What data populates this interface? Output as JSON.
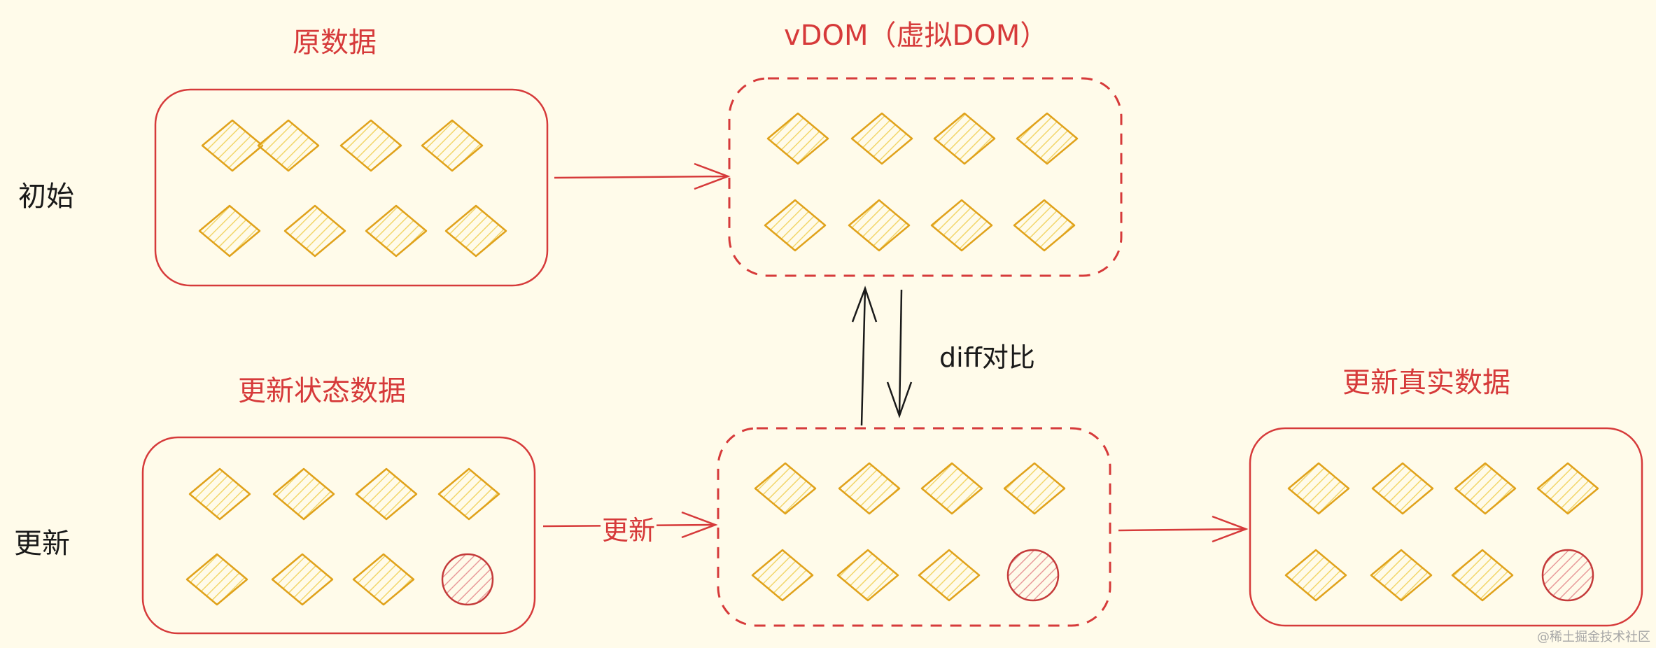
{
  "labels": {
    "source_data": "原数据",
    "vdom": "vDOM（虚拟DOM）",
    "row_initial": "初始",
    "row_update": "更新",
    "updated_state": "更新状态数据",
    "updated_real": "更新真实数据",
    "diff": "diff对比",
    "update_edge": "更新",
    "watermark": "@稀土掘金技术社区"
  },
  "colors": {
    "background": "#fffbea",
    "box_border": "#d63a3a",
    "diamond_stroke": "#e0a21b",
    "diamond_hatch": "#f2d66b",
    "circle_stroke": "#c43a3a",
    "circle_hatch": "#e89a9a",
    "arrow": "#d63a3a",
    "diff_arrow": "#1a1a1a",
    "title_text": "#d63a3a"
  },
  "boxes": [
    {
      "id": "source-data",
      "row": "initial",
      "style": "solid",
      "items": [
        "diamond",
        "diamond",
        "diamond",
        "diamond",
        "diamond",
        "diamond",
        "diamond",
        "diamond"
      ]
    },
    {
      "id": "vdom-initial",
      "row": "initial",
      "style": "dashed",
      "items": [
        "diamond",
        "diamond",
        "diamond",
        "diamond",
        "diamond",
        "diamond",
        "diamond",
        "diamond"
      ]
    },
    {
      "id": "updated-state",
      "row": "update",
      "style": "solid",
      "items": [
        "diamond",
        "diamond",
        "diamond",
        "diamond",
        "diamond",
        "diamond",
        "diamond",
        "circle"
      ]
    },
    {
      "id": "vdom-updated",
      "row": "update",
      "style": "dashed",
      "items": [
        "diamond",
        "diamond",
        "diamond",
        "diamond",
        "diamond",
        "diamond",
        "diamond",
        "circle"
      ]
    },
    {
      "id": "updated-real",
      "row": "update",
      "style": "solid",
      "items": [
        "diamond",
        "diamond",
        "diamond",
        "diamond",
        "diamond",
        "diamond",
        "diamond",
        "circle"
      ]
    }
  ]
}
